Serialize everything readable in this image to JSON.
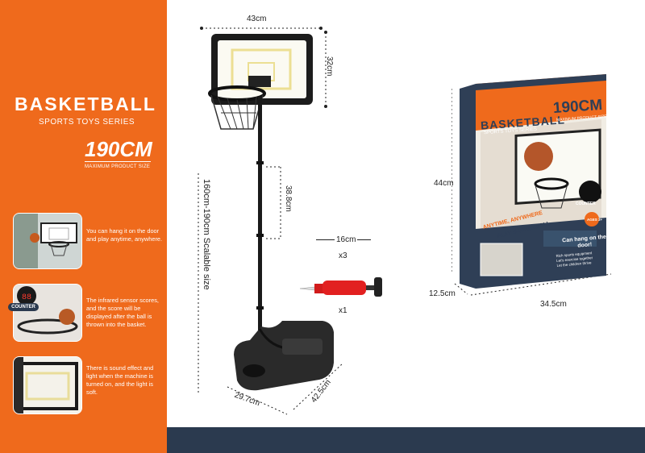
{
  "brand": {
    "title": "BASKETBALL",
    "subtitle": "SPORTS TOYS SERIES",
    "size": "190CM",
    "size_sub": "MAXIMUM PRODUCT SIZE"
  },
  "features": [
    {
      "text": "You can hang it on the door and play anytime, anywhere."
    },
    {
      "text": "The infrared sensor scores, and the score will be displayed after the ball is thrown into the basket."
    },
    {
      "text": "There is sound effect and light when the machine is turned on, and the light is soft."
    }
  ],
  "counter_label": "COUNTER",
  "stand_dims": {
    "board_width": "43cm",
    "board_height": "32cm",
    "pole_section": "38.8cm",
    "height_range": "160cm-190cm Scalable size",
    "base_width": "29.7cm",
    "base_depth": "42.5cm"
  },
  "accessories": {
    "ball_size": "16cm",
    "ball_qty": "x3",
    "pump_qty": "x1"
  },
  "box": {
    "height": "44cm",
    "depth": "12.5cm",
    "width": "34.5cm",
    "title": "BASKETBALL",
    "subtitle": "SPORTS TOYS SERIES",
    "size": "190CM",
    "size_sub": "MAXIMUM PRODUCT SIZE",
    "tagline1": "ANYTIME, ANYWHERE",
    "tagline2": "PLAY BASKETBALL",
    "hang": "Can hang on the door!",
    "bullets": [
      "Rich sports equipment",
      "Let's exercise together",
      "Let the children thrive"
    ],
    "counter": "COUNTER",
    "age": "AGES 3+"
  },
  "colors": {
    "orange": "#ef6a1c",
    "navy": "#2b3a4f",
    "black": "#1a1a1a"
  }
}
